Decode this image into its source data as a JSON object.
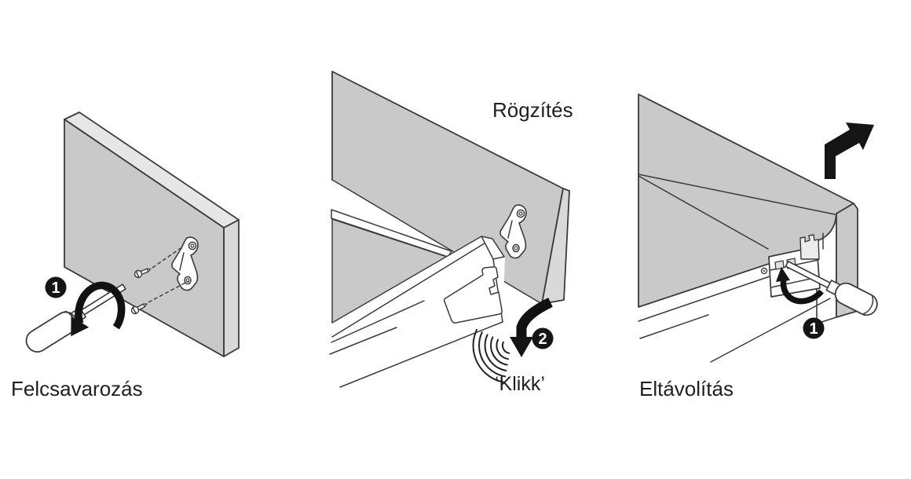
{
  "document": {
    "type": "furniture-assembly-instruction-diagram",
    "background": "#ffffff"
  },
  "palette": {
    "panel_gray": "#c9c9c9",
    "panel_gray_side": "#d9d9d9",
    "panel_gray_top": "#e6e6e6",
    "outline": "#3a3a3a",
    "text_ink": "#1f1f1f",
    "badge_background": "#151515",
    "badge_text": "#ffffff"
  },
  "panels": [
    {
      "id": "felcsavarozas",
      "label": "Felcsavarozás",
      "step_badge": "1",
      "graphics": [
        "board",
        "mounting-bracket",
        "screws",
        "screwdriver",
        "rotation-arrow"
      ]
    },
    {
      "id": "rogzites",
      "label": "Rögzítés",
      "step_badge": "2",
      "sound_caption": "‘Klikk’",
      "graphics": [
        "cabinet-panel",
        "mounting-bracket",
        "drawer-rail",
        "press-down-arrow",
        "sound-waves"
      ]
    },
    {
      "id": "eltavolitas",
      "label": "Eltávolítás",
      "step_badge": "1",
      "graphics": [
        "drawer",
        "release-latch",
        "screwdriver",
        "rotation-arrow",
        "remove-arrow"
      ]
    }
  ]
}
